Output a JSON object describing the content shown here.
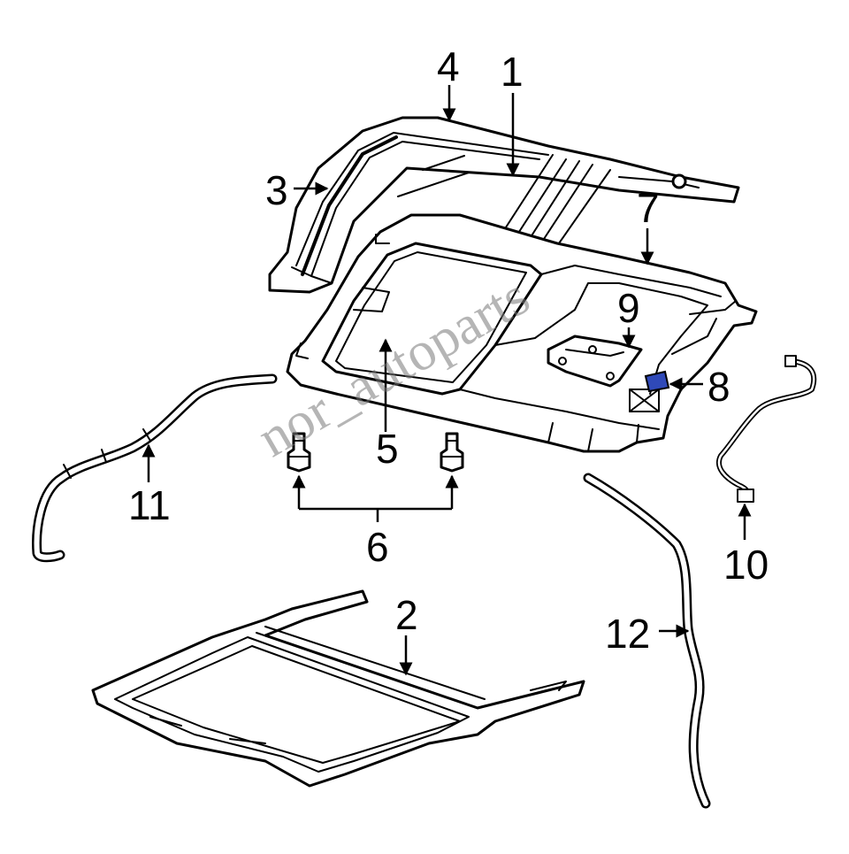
{
  "callouts": {
    "c1": "1",
    "c2": "2",
    "c3": "3",
    "c4": "4",
    "c5": "5",
    "c6": "6",
    "c7": "7",
    "c8": "8",
    "c9": "9",
    "c10": "10",
    "c11": "11",
    "c12": "12"
  },
  "watermark": "nor_autoparts",
  "colors": {
    "line": "#000000",
    "background": "#ffffff",
    "highlight": "#2f49b8",
    "watermark": "#787878"
  }
}
